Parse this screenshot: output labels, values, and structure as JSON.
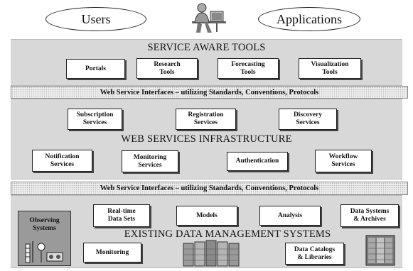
{
  "top": {
    "users_label": "Users",
    "applications_label": "Applications"
  },
  "service_aware_tools": {
    "title": "SERVICE AWARE TOOLS",
    "boxes": [
      "Portals",
      "Research\nTools",
      "Forecasting\nTools",
      "Visualization\nTools"
    ]
  },
  "interface_band_label": "Web Service Interfaces – utilizing Standards, Conventions, Protocols",
  "web_services_infrastructure": {
    "title": "WEB SERVICES INFRASTRUCTURE",
    "top_boxes": [
      "Subscription\nServices",
      "Registration\nServices",
      "Discovery\nServices"
    ],
    "bottom_boxes": [
      "Notification\nServices",
      "Monitoring\nServices",
      "Authentication",
      "Workflow\nServices"
    ]
  },
  "existing_data_management": {
    "title": "EXISTING DATA MANAGEMENT SYSTEMS",
    "observing_systems": "Observing\nSystems",
    "top_boxes": [
      "Real-time\nData Sets",
      "Models",
      "Analysis",
      "Data Systems\n& Archives"
    ],
    "bottom_boxes": [
      "Monitoring",
      "Data Catalogs\n& Libraries"
    ]
  },
  "icons": [
    "person-at-computer-icon",
    "instrument-equipment-icon",
    "server-racks-icon",
    "mainframe-computer-icon"
  ],
  "colors": {
    "layer_gray": "#d8d8d8",
    "band_dotted": "#efefef",
    "observing_gray": "#9a9a9a"
  }
}
